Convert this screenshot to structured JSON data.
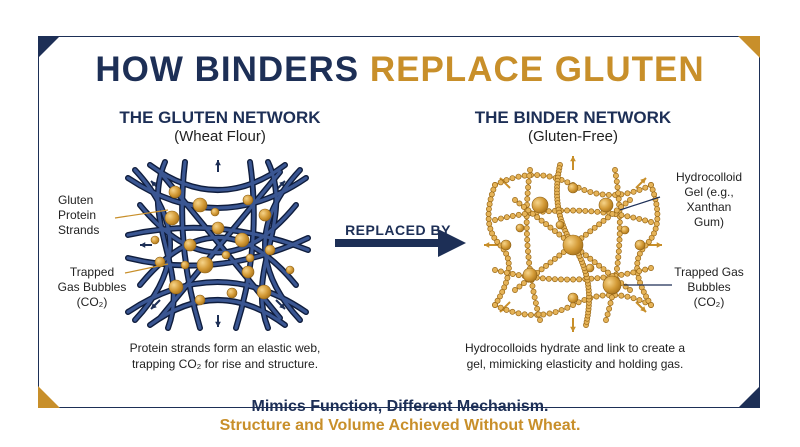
{
  "title": {
    "part1": "HOW BINDERS",
    "part2": "REPLACE GLUTEN"
  },
  "left_panel": {
    "heading": "THE GLUTEN NETWORK",
    "subheading": "(Wheat Flour)",
    "label_strands": [
      "Gluten",
      "Protein",
      "Strands"
    ],
    "label_bubbles": [
      "Trapped",
      "Gas Bubbles",
      "(CO₂)"
    ],
    "caption": [
      "Protein strands form an elastic web,",
      "trapping CO₂ for rise and structure."
    ]
  },
  "middle": {
    "replaced_label": "REPLACED BY"
  },
  "right_panel": {
    "heading": "THE BINDER NETWORK",
    "subheading": "(Gluten-Free)",
    "label_gel": [
      "Hydrocolloid",
      "Gel (e.g.,",
      "Xanthan",
      "Gum)"
    ],
    "label_bubbles": [
      "Trapped Gas",
      "Bubbles",
      "(CO₂)"
    ],
    "caption": [
      "Hydrocolloids hydrate and link to create a",
      "gel, mimicking elasticity and holding gas."
    ]
  },
  "footer": {
    "line1": "Mimics Function, Different Mechanism.",
    "line2": "Structure and Volume Achieved Without Wheat."
  },
  "colors": {
    "navy": "#1d2f56",
    "gold": "#c88f2a",
    "bubble": "#d9a342"
  },
  "icons": [
    "expand-arrow-icon",
    "replace-arrow-icon"
  ]
}
